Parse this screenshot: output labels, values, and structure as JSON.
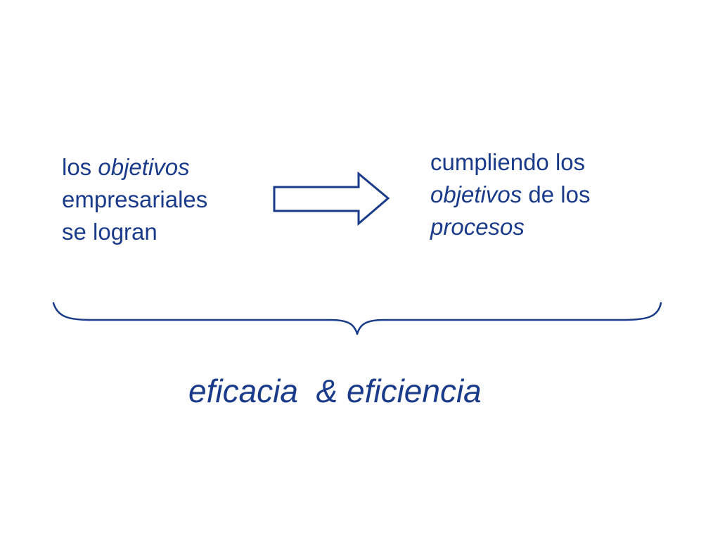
{
  "colors": {
    "text": "#1a3a8a",
    "arrow_stroke": "#1a3a8a",
    "brace_stroke": "#1a3a8a"
  },
  "left": {
    "line1_a": "los ",
    "line1_b": "objetivos",
    "line2": "empresariales",
    "line3": "se logran"
  },
  "right": {
    "line1": "cumpliendo los",
    "line2_a": "objetivos",
    "line2_b": " de los",
    "line3": "procesos"
  },
  "arrow": {
    "icon": "right-arrow-icon"
  },
  "brace": {
    "icon": "curly-brace-icon"
  },
  "conclusion": {
    "text": "eficacia  & eficiencia"
  }
}
